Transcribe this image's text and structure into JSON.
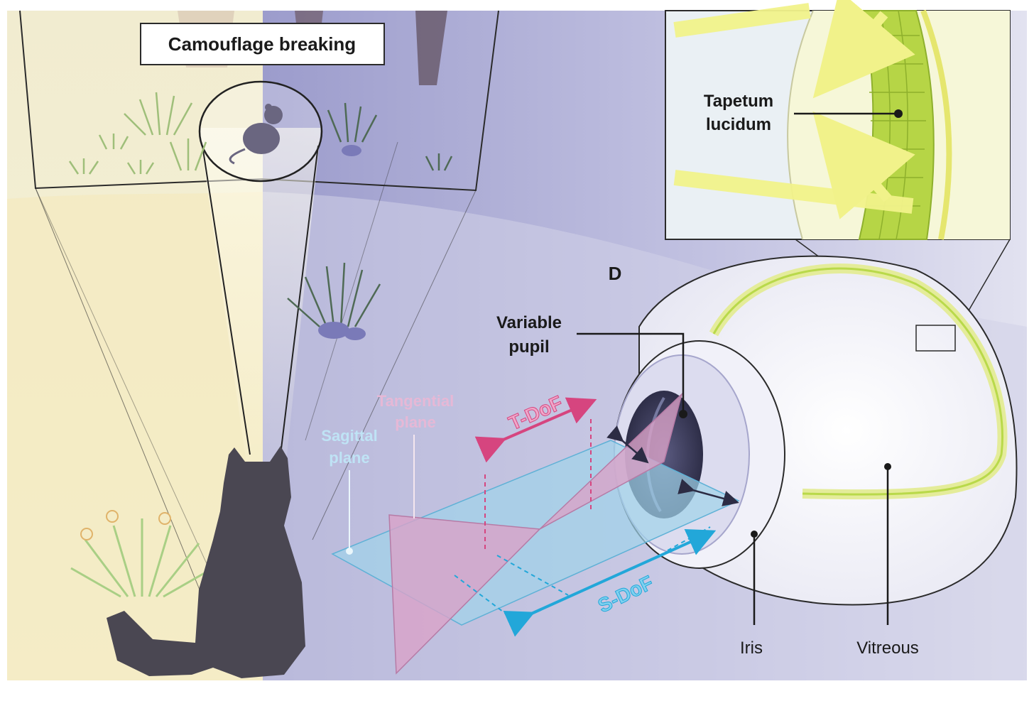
{
  "panel_letter": "D",
  "scene": {
    "callout_title": "Camouflage breaking"
  },
  "inset": {
    "tapetum_label_line1": "Tapetum",
    "tapetum_label_line2": "lucidum"
  },
  "optics": {
    "variable_pupil_line1": "Variable",
    "variable_pupil_line2": "pupil",
    "tangential_line1": "Tangential",
    "tangential_line2": "plane",
    "sagittal_line1": "Sagittal",
    "sagittal_line2": "plane",
    "t_dof": "T-DoF",
    "s_dof": "S-DoF"
  },
  "eye": {
    "iris_label": "Iris",
    "vitreous_label": "Vitreous"
  },
  "colors": {
    "daylight_bg": "#f7f3d2",
    "night_bg": "#a9a9d4",
    "tangential_pink": "#d9a3c8",
    "sagittal_blue": "#9fd3ea",
    "t_dof_magenta": "#d6457f",
    "s_dof_cyan": "#22a7d9",
    "tapetum_green": "#b9d94a",
    "cat_silhouette": "#4a4752"
  }
}
